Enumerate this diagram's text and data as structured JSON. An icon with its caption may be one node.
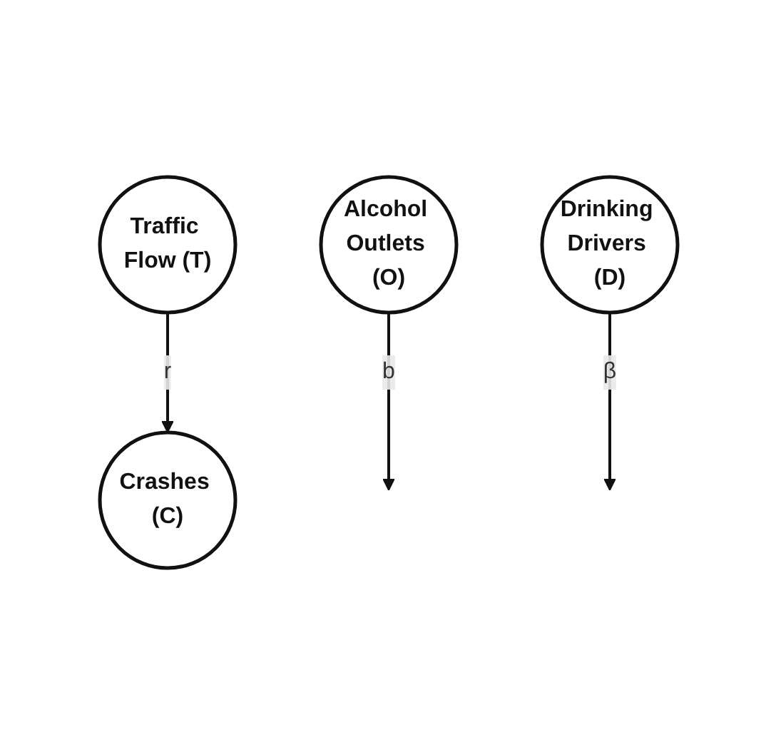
{
  "diagram": {
    "nodes": [
      {
        "text": [
          "Traffic Flow (T)"
        ]
      },
      {
        "text": [
          "Crashes (C)"
        ]
      },
      {
        "text": [
          "Alcohol Outlets (O)"
        ]
      },
      {
        "text": [
          "Drinking Drivers (D)"
        ]
      }
    ],
    "edges": [
      {
        "from": 0,
        "to": 1,
        "arrow": "to",
        "label": "r"
      },
      {
        "from": 2,
        "to": null,
        "arrow": "to",
        "label": "b"
      },
      {
        "from": 3,
        "to": null,
        "arrow": "to",
        "label": "β"
      }
    ]
  }
}
